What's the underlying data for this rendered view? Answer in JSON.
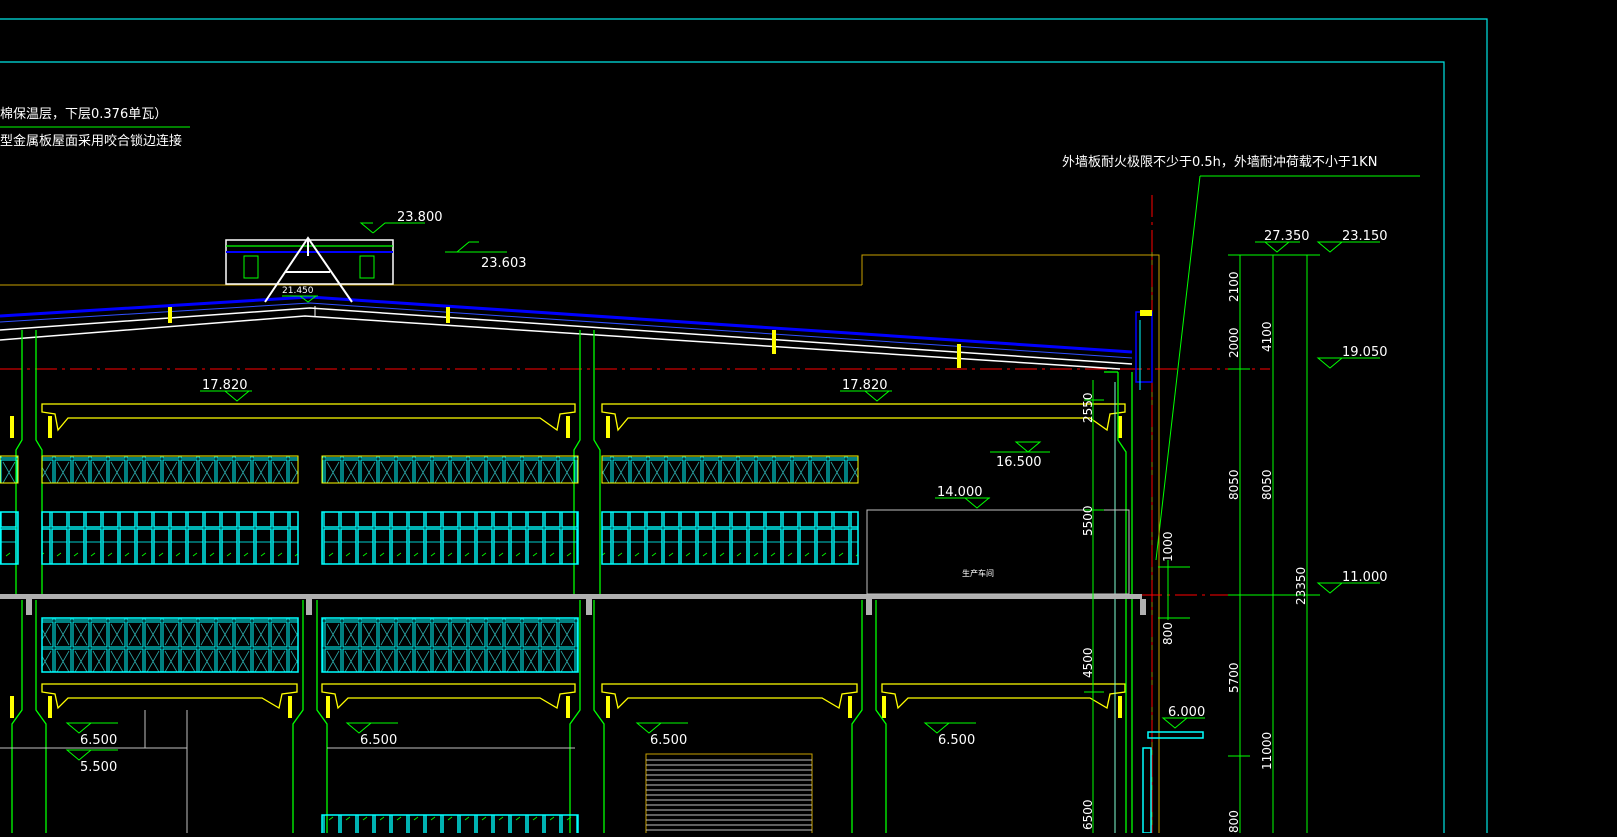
{
  "notes": {
    "line1": "棉保温层，下层0.376单瓦）",
    "line2": "型金属板屋面采用咬合锁边连接",
    "callout": "外墙板耐火极限不少于0.5h，外墙耐冲荷载不小于1KN"
  },
  "room_label": "生产车间",
  "ridge_level": "21.450",
  "levels": {
    "l23800": "23.800",
    "l23603": "23.603",
    "l17820a": "17.820",
    "l17820b": "17.820",
    "l16500": "16.500",
    "l14000": "14.000",
    "l27350": "27.350",
    "l23150": "23.150",
    "l19050": "19.050",
    "l11000": "11.000",
    "l6000": "6.000",
    "l6500a": "6.500",
    "l6500b": "6.500",
    "l6500c": "6.500",
    "l6500d": "6.500",
    "l5500": "5.500"
  },
  "dimensions": {
    "d2550": "2550",
    "d5500": "5500",
    "d4500": "4500",
    "d6500": "6500",
    "d1000": "1000",
    "d800": "800",
    "d2100": "2100",
    "d2000": "2000",
    "d4100": "4100",
    "d8050a": "8050",
    "d8050b": "8050",
    "d23350": "23350",
    "d5700": "5700",
    "d11000": "11000",
    "d800b": "800"
  },
  "colors": {
    "background": "#000000",
    "frame": "#00e5e5",
    "column": "#00ff00",
    "beam": "#ffff00",
    "window": "#00ffff",
    "roof": "#0000ff",
    "axis": "#ff0000",
    "text": "#ffffff"
  }
}
